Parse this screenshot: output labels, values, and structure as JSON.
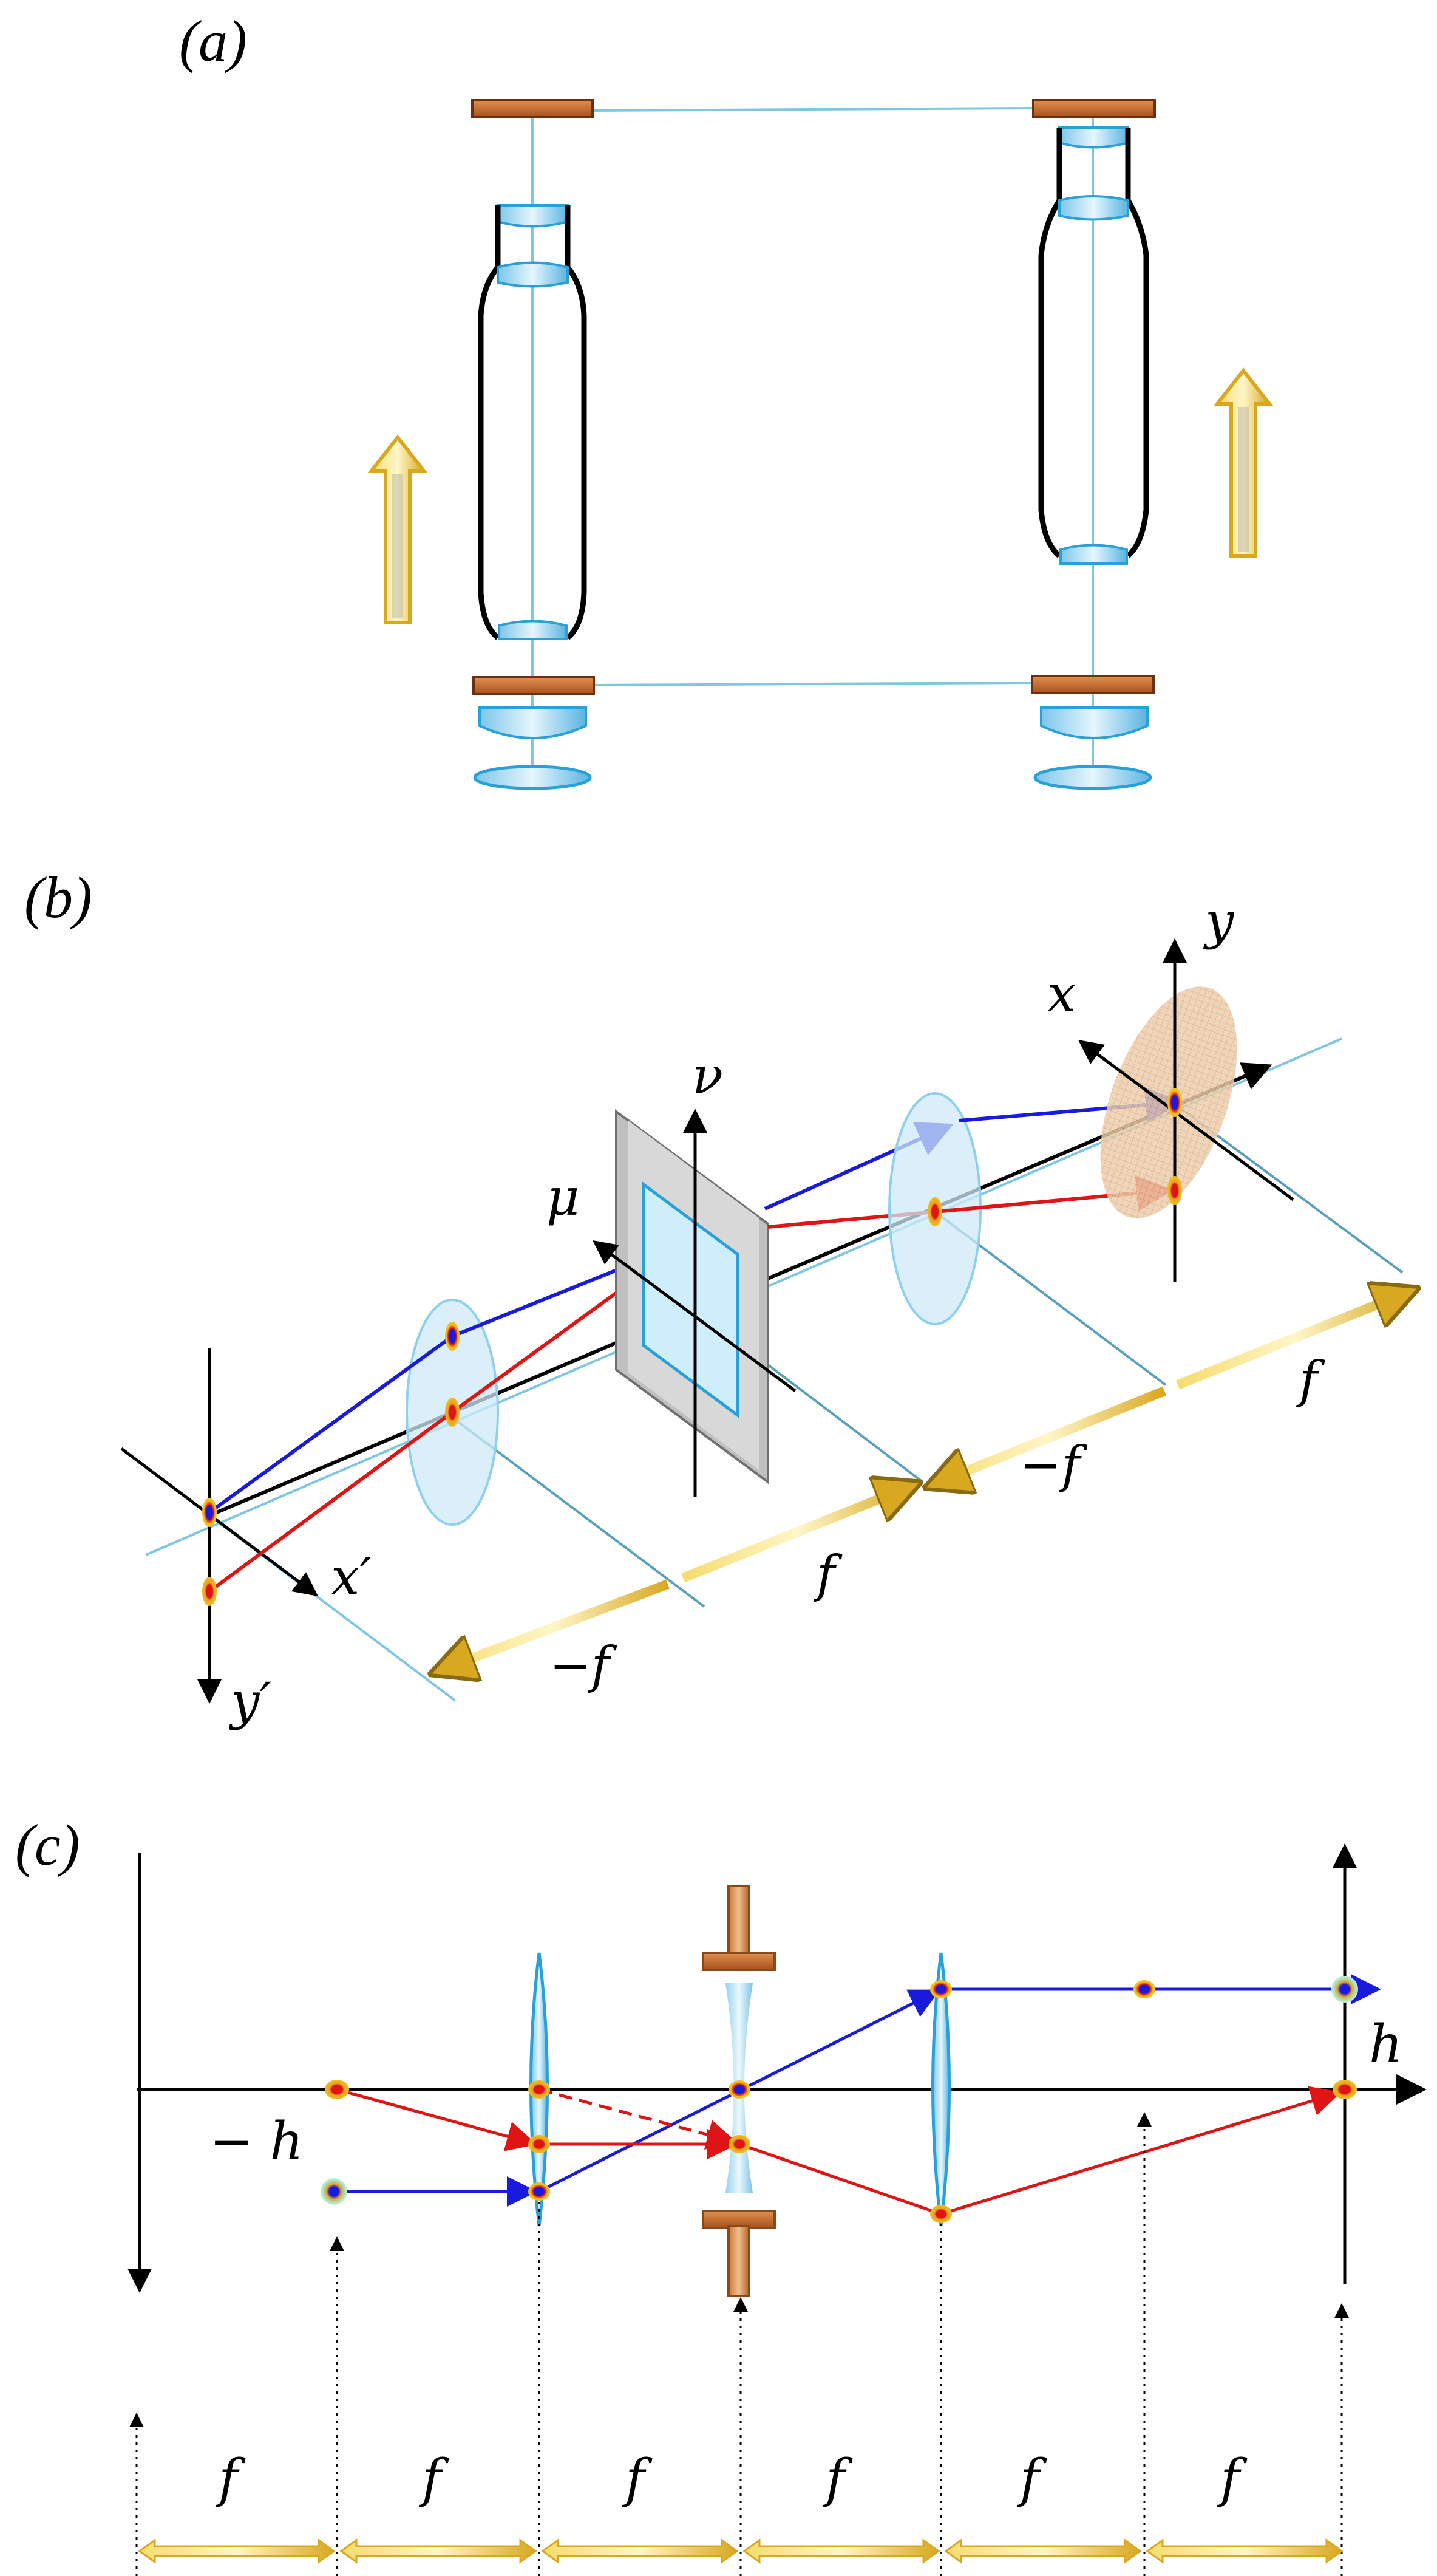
{
  "panels": {
    "a": {
      "label": "(a)"
    },
    "b": {
      "label": "(b)",
      "axis_labels": {
        "x": "x",
        "y": "y",
        "mu": "μ",
        "nu": "ν",
        "x_prime": "x′",
        "y_prime": "y′"
      },
      "distance_labels": [
        "−f",
        "f",
        "−f",
        "f"
      ]
    },
    "c": {
      "label": "(c)",
      "axis_labels": {
        "h": "h",
        "neg_h": "− h"
      },
      "segment_labels": [
        "f",
        "f",
        "f",
        "f",
        "f",
        "f"
      ]
    }
  },
  "colors": {
    "ray_blue": "#1a1adc",
    "ray_red": "#e01414",
    "lens_fill": "#bfe3f5",
    "lens_stroke": "#2aa0d8",
    "mirror_fill": "#c8682a",
    "arrow_gold": "#e8c030",
    "axis_line": "#7fc7e0",
    "object_fill": "#e8b88a"
  }
}
